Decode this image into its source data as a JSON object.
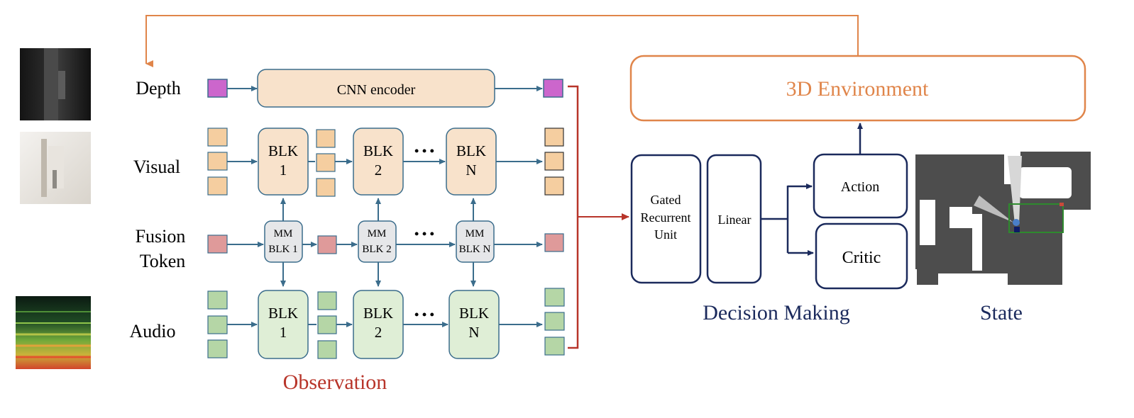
{
  "rows": {
    "depth": "Depth",
    "visual": "Visual",
    "fusion_line1": "Fusion",
    "fusion_line2": "Token",
    "audio": "Audio"
  },
  "encoder": {
    "cnn": "CNN encoder"
  },
  "blocks": {
    "visual": [
      {
        "line1": "BLK",
        "line2": "1"
      },
      {
        "line1": "BLK",
        "line2": "2"
      },
      {
        "line1": "BLK",
        "line2": "N"
      }
    ],
    "mm": [
      {
        "line1": "MM",
        "line2": "BLK 1"
      },
      {
        "line1": "MM",
        "line2": "BLK 2"
      },
      {
        "line1": "MM",
        "line2": "BLK N"
      }
    ],
    "audio": [
      {
        "line1": "BLK",
        "line2": "1"
      },
      {
        "line1": "BLK",
        "line2": "2"
      },
      {
        "line1": "BLK",
        "line2": "N"
      }
    ],
    "ellipsis": "• • •"
  },
  "decision": {
    "gru_line1": "Gated",
    "gru_line2": "Recurrent",
    "gru_line3": "Unit",
    "linear": "Linear",
    "action": "Action",
    "critic": "Critic"
  },
  "environment": {
    "title": "3D Environment"
  },
  "sections": {
    "observation": "Observation",
    "decision_making": "Decision Making",
    "state": "State"
  },
  "colors": {
    "arrow_blue": "#3b6d8c",
    "red": "#b8352a",
    "orange": "#e0854a",
    "navy": "#1b2a5c",
    "peach_fill": "#f8e2cb",
    "peach_border": "#3b6d8c",
    "token_peach": "#f5ceA0",
    "magenta": "#cc66cc",
    "pink": "#df9a9a",
    "green_fill": "#dfeed6",
    "token_green": "#b5d6a6",
    "gray_fill": "#e6e7e9"
  }
}
